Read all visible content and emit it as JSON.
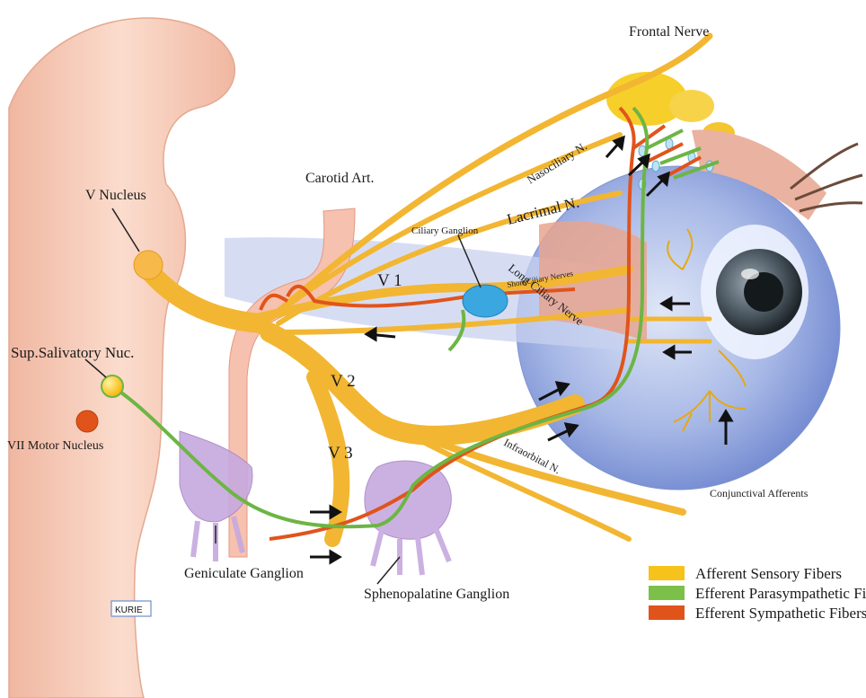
{
  "labels": {
    "frontal_nerve": "Frontal Nerve",
    "nasociliary": "Nasociliary N.",
    "lacrimal": "Lacrimal N.",
    "carotid": "Carotid Art.",
    "v_nucleus": "V Nucleus",
    "ciliary_ganglion": "Ciliary Ganglion",
    "short_ciliary": "Short Ciliary Nerves",
    "long_ciliary": "Long Ciliary Nerve",
    "v1": "V 1",
    "v2": "V 2",
    "v3": "V 3",
    "sup_salivatory": "Sup.Salivatory Nuc.",
    "vii_motor": "VII Motor Nucleus",
    "infraorbital": "Infraorbital N.",
    "conjunctival": "Conjunctival Afferents",
    "geniculate": "Geniculate Ganglion",
    "sphenopalatine": "Sphenopalatine Ganglion",
    "logo": "KURIE"
  },
  "legend": [
    {
      "label": "Afferent Sensory Fibers",
      "color": "#f7c21a"
    },
    {
      "label": "Efferent Parasympathetic Fibers",
      "color": "#7cc04a"
    },
    {
      "label": "Efferent Sympathetic Fibers",
      "color": "#e0541c"
    }
  ],
  "colors": {
    "sensory": "#f2b632",
    "parasympathetic": "#6db544",
    "sympathetic": "#e0541c",
    "brainstem": "#f4c9b8",
    "eyeball": "#8fa6dd"
  }
}
